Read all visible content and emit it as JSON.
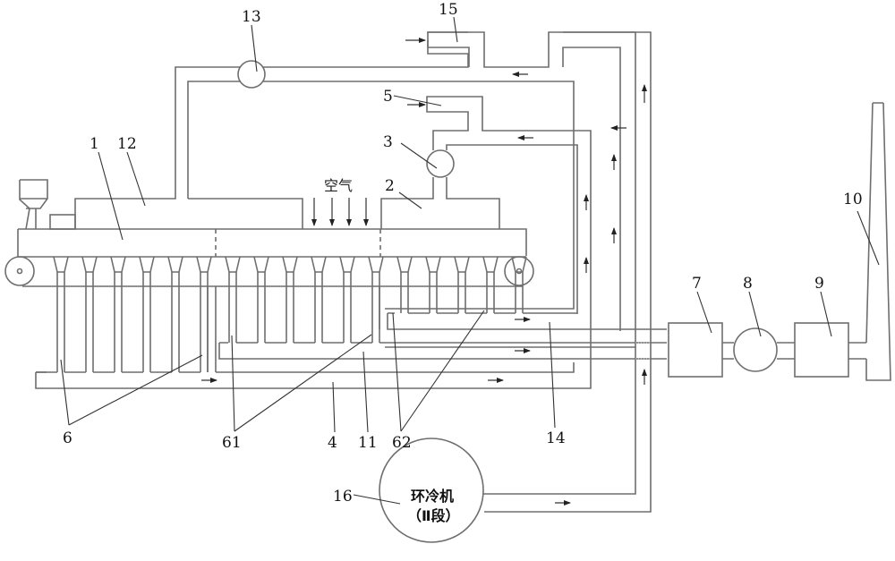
{
  "title": "Sintering flue gas circulation system schematic",
  "labels": {
    "sinter_machine": "1",
    "hood_2": "2",
    "fan_3": "3",
    "main_duct_4": "4",
    "mixer_5": "5",
    "windboxes": "6",
    "windboxes_61": "61",
    "windboxes_62": "62",
    "unit_7": "7",
    "fan_8": "8",
    "unit_9": "9",
    "chimney_10": "10",
    "duct_11": "11",
    "hood_12": "12",
    "fan_13": "13",
    "duct_14": "14",
    "mixer_15": "15",
    "cooler_16": "16"
  },
  "air_label": "空气",
  "cooler": {
    "line1": "环冷机",
    "line2": "（Ⅱ段）"
  },
  "flow_direction": {
    "main_ducts": "right",
    "return_ducts": "left",
    "risers": "up"
  }
}
